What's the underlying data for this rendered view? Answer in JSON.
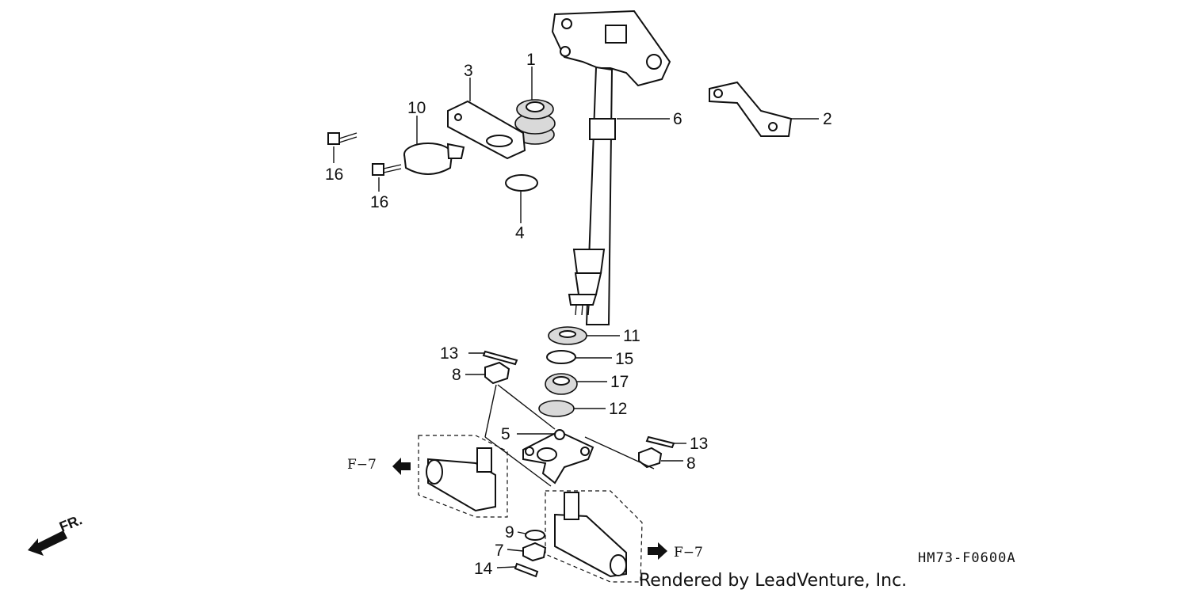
{
  "callouts": {
    "c1": "1",
    "c2": "2",
    "c3": "3",
    "c4": "4",
    "c5": "5",
    "c6": "6",
    "c7": "7",
    "c8a": "8",
    "c8b": "8",
    "c9": "9",
    "c10": "10",
    "c11": "11",
    "c12": "12",
    "c13a": "13",
    "c13b": "13",
    "c14": "14",
    "c15": "15",
    "c16a": "16",
    "c16b": "16",
    "c17": "17"
  },
  "refs": {
    "left": "F−7",
    "right": "F−7"
  },
  "front_label": "FR.",
  "diagram_code": "HM73-F0600A",
  "credit": "Rendered by LeadVenture, Inc.",
  "colors": {
    "ink": "#111111",
    "background": "#ffffff",
    "stipple": "#d9d9d9"
  }
}
